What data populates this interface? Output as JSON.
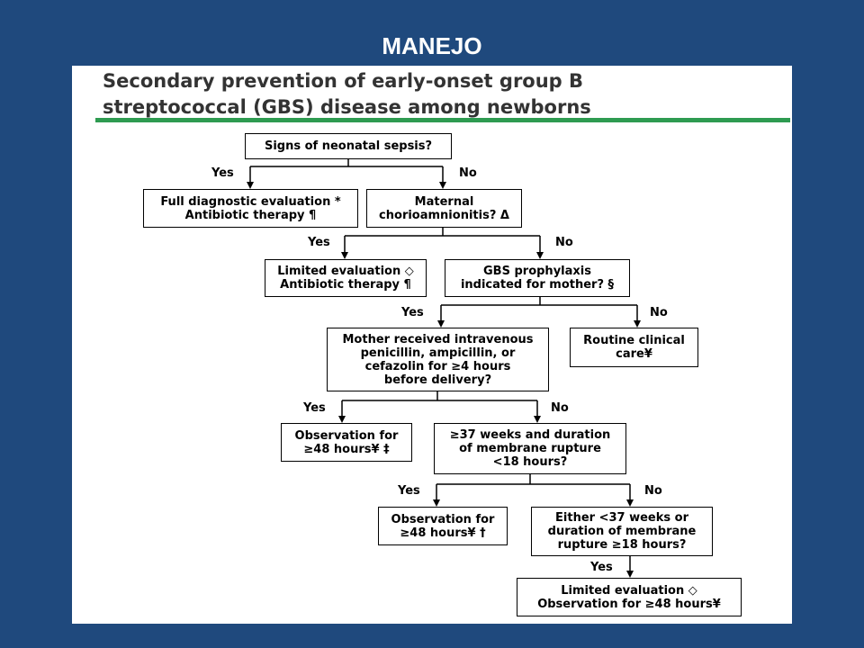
{
  "slide_title": "MANEJO",
  "heading": {
    "line1": "Secondary prevention of early-onset group B",
    "line2": "streptococcal (GBS) disease among newborns"
  },
  "colors": {
    "background": "#1f497d",
    "accent_rule": "#2e9b51"
  },
  "nodes": {
    "sepsis": [
      "Signs of neonatal sepsis?"
    ],
    "full_eval": [
      "Full diagnostic evaluation *",
      "Antibiotic therapy ¶"
    ],
    "chorio": [
      "Maternal",
      "chorioamnionitis? Δ"
    ],
    "limited_eval": [
      "Limited evaluation ◇",
      "Antibiotic therapy ¶"
    ],
    "gbs_prophylaxis": [
      "GBS prophylaxis",
      "indicated for mother? §"
    ],
    "mother_received": [
      "Mother received intravenous",
      "penicillin, ampicillin, or",
      "cefazolin for ≥4 hours",
      "before delivery?"
    ],
    "routine_care": [
      "Routine clinical",
      "care¥"
    ],
    "obs1": [
      "Observation for",
      "≥48 hours¥ ‡"
    ],
    "weeks37": [
      "≥37 weeks and duration",
      "of membrane rupture",
      "<18 hours?"
    ],
    "obs2": [
      "Observation for",
      "≥48 hours¥ †"
    ],
    "either": [
      "Either <37 weeks or",
      "duration of membrane",
      "rupture ≥18 hours?"
    ],
    "final": [
      "Limited evaluation ◇",
      "Observation for ≥48 hours¥"
    ]
  },
  "labels": {
    "yes": "Yes",
    "no": "No"
  }
}
